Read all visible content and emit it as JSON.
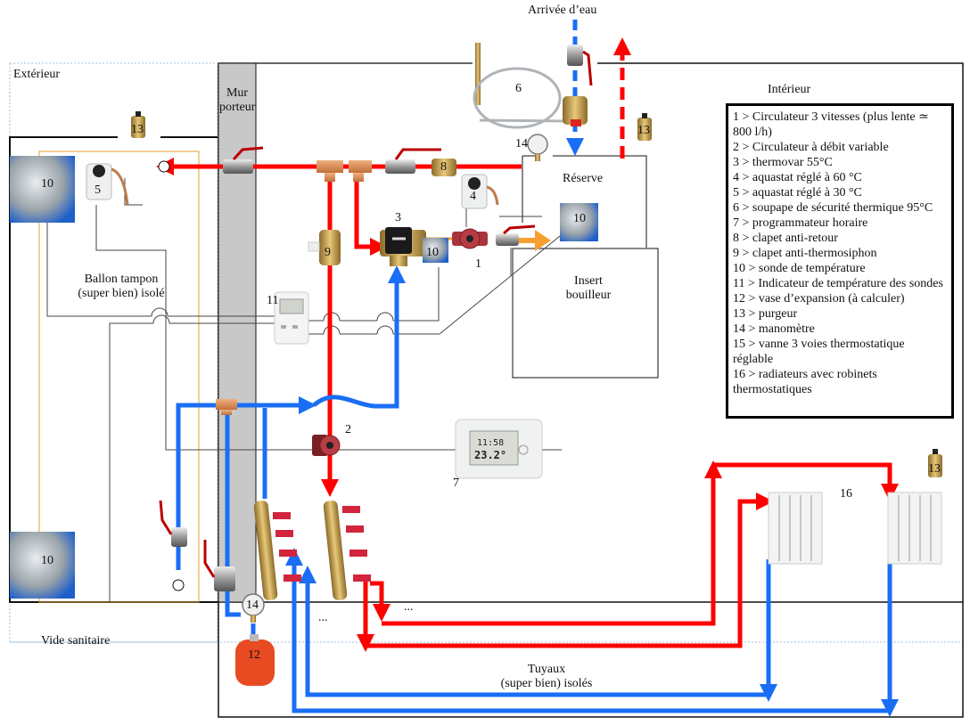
{
  "title": "Schéma hydraulique insert bouilleur et ballon tampon",
  "zones": {
    "exterior": "Extérieur",
    "interior": "Intérieur",
    "crawlspace": "Vide sanitaire",
    "wall_line1": "Mur",
    "wall_line2": "porteur"
  },
  "labels": {
    "water_inlet": "Arrivée d’eau",
    "reserve": "Réserve",
    "insert_line1": "Insert",
    "insert_line2": "bouilleur",
    "buffer_line1": "Ballon tampon",
    "buffer_line2": "(super bien) isolé",
    "pipes_line1": "Tuyaux",
    "pipes_line2": "(super bien) isolés",
    "ellipsis": "..."
  },
  "component_numbers": {
    "circulator_1": "1",
    "circulator_2": "2",
    "thermovar_3": "3",
    "aquastat_4": "4",
    "aquastat_5": "5",
    "safety_valve_6": "6",
    "programmer_7": "7",
    "check_valve_8": "8",
    "anti_thermosiphon_9": "9",
    "sensor_10": "10",
    "indicator_11": "11",
    "expansion_vessel_12": "12",
    "purger_13": "13",
    "manometer_14": "14",
    "radiators_16": "16"
  },
  "legend": {
    "items": [
      "1 > Circulateur 3 vitesses (plus lente ≃ 800 l/h)",
      "2 > Circulateur à débit variable",
      "3 > thermovar 55°C",
      "4 > aquastat réglé à 60 °C",
      "5 > aquastat réglé à 30 °C",
      "6 > soupape de sécurité thermique 95°C",
      "7 > programmateur horaire",
      "8 > clapet anti-retour",
      "9 > clapet anti-thermosiphon",
      "10 > sonde de température",
      "11 > Indicateur de température des sondes",
      "12 > vase d’expansion (à calculer)",
      "13 > purgeur",
      "14 > manomètre",
      "15 > vanne 3 voies thermostatique réglable",
      "16 > radiateurs avec robinets thermostatiques"
    ]
  },
  "display_readings": {
    "programmer_time": "11:58",
    "programmer_temp": "23.2°"
  },
  "colors": {
    "hot": "#ff0000",
    "cold": "#1a6ef5",
    "orange_flow": "#f7a030",
    "wall": "#c8c8c8",
    "brass": "#c9a35a",
    "buffer_outline": "#e0a030",
    "zone_dotted": "#9cc0e0"
  }
}
